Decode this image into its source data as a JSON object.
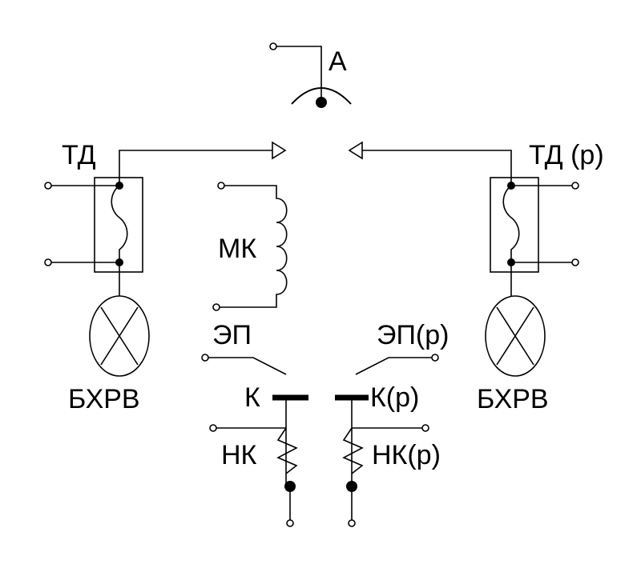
{
  "diagram": {
    "labels": {
      "a": "А",
      "td_left": "ТД",
      "td_right": "ТД (р)",
      "mk": "МК",
      "ep_left": "ЭП",
      "ep_right": "ЭП(р)",
      "k_left": "К",
      "k_right": "К(р)",
      "nk_left": "НК",
      "nk_right": "НК(р)",
      "bhrv_left": "БХРВ",
      "bhrv_right": "БХРВ"
    }
  }
}
